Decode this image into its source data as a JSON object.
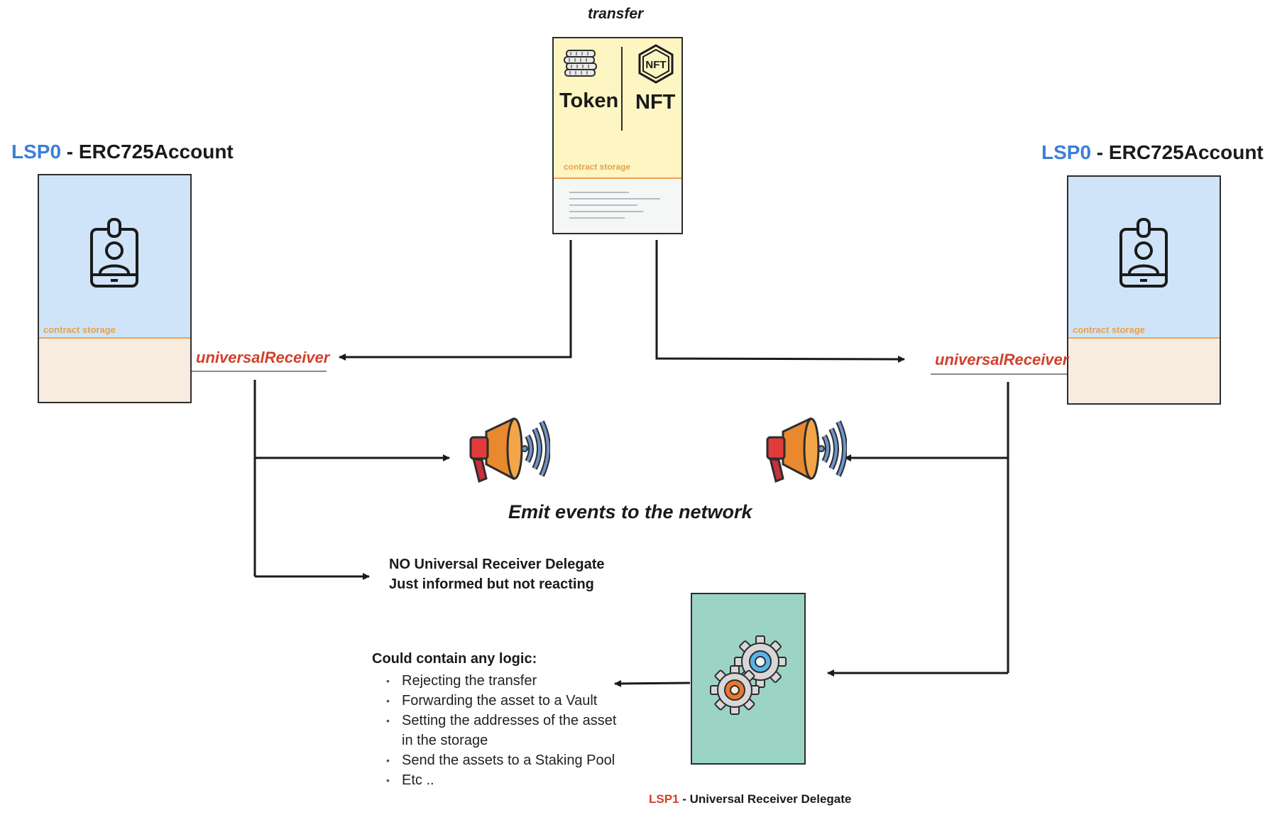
{
  "transfer_label": "transfer",
  "asset": {
    "token_label": "Token",
    "nft_label": "NFT",
    "storage_label": "contract storage"
  },
  "left_account": {
    "lsp": "LSP0",
    "separator": " - ",
    "name": "ERC725Account",
    "storage_label": "contract storage",
    "receiver_label": "universalReceiver"
  },
  "right_account": {
    "lsp": "LSP0",
    "separator": " - ",
    "name": "ERC725Account",
    "storage_label": "contract storage",
    "receiver_label": "universalReceiver"
  },
  "emit_events_label": "Emit events to the network",
  "no_delegate": {
    "line1": "NO Universal Receiver Delegate",
    "line2": "Just informed but not reacting"
  },
  "logic": {
    "title": "Could contain any logic:",
    "items": [
      "Rejecting the transfer",
      "Forwarding the asset to a Vault",
      "Setting the addresses of the asset",
      "in the storage",
      "Send the assets to a Staking Pool",
      "Etc .."
    ]
  },
  "delegate": {
    "lsp": "LSP1",
    "separator": " - ",
    "name": "Universal Receiver Delegate"
  },
  "colors": {
    "lsp_blue": "#3b7fd9",
    "receiver_red": "#d2412b",
    "storage_orange": "#e8a04a",
    "account_blue": "#cfe4f8",
    "asset_yellow": "#fdf5c2",
    "delegate_teal": "#9bd4c4"
  },
  "icons": [
    "id-badge-icon",
    "coins-icon",
    "nft-icon",
    "megaphone-icon",
    "gears-icon"
  ]
}
